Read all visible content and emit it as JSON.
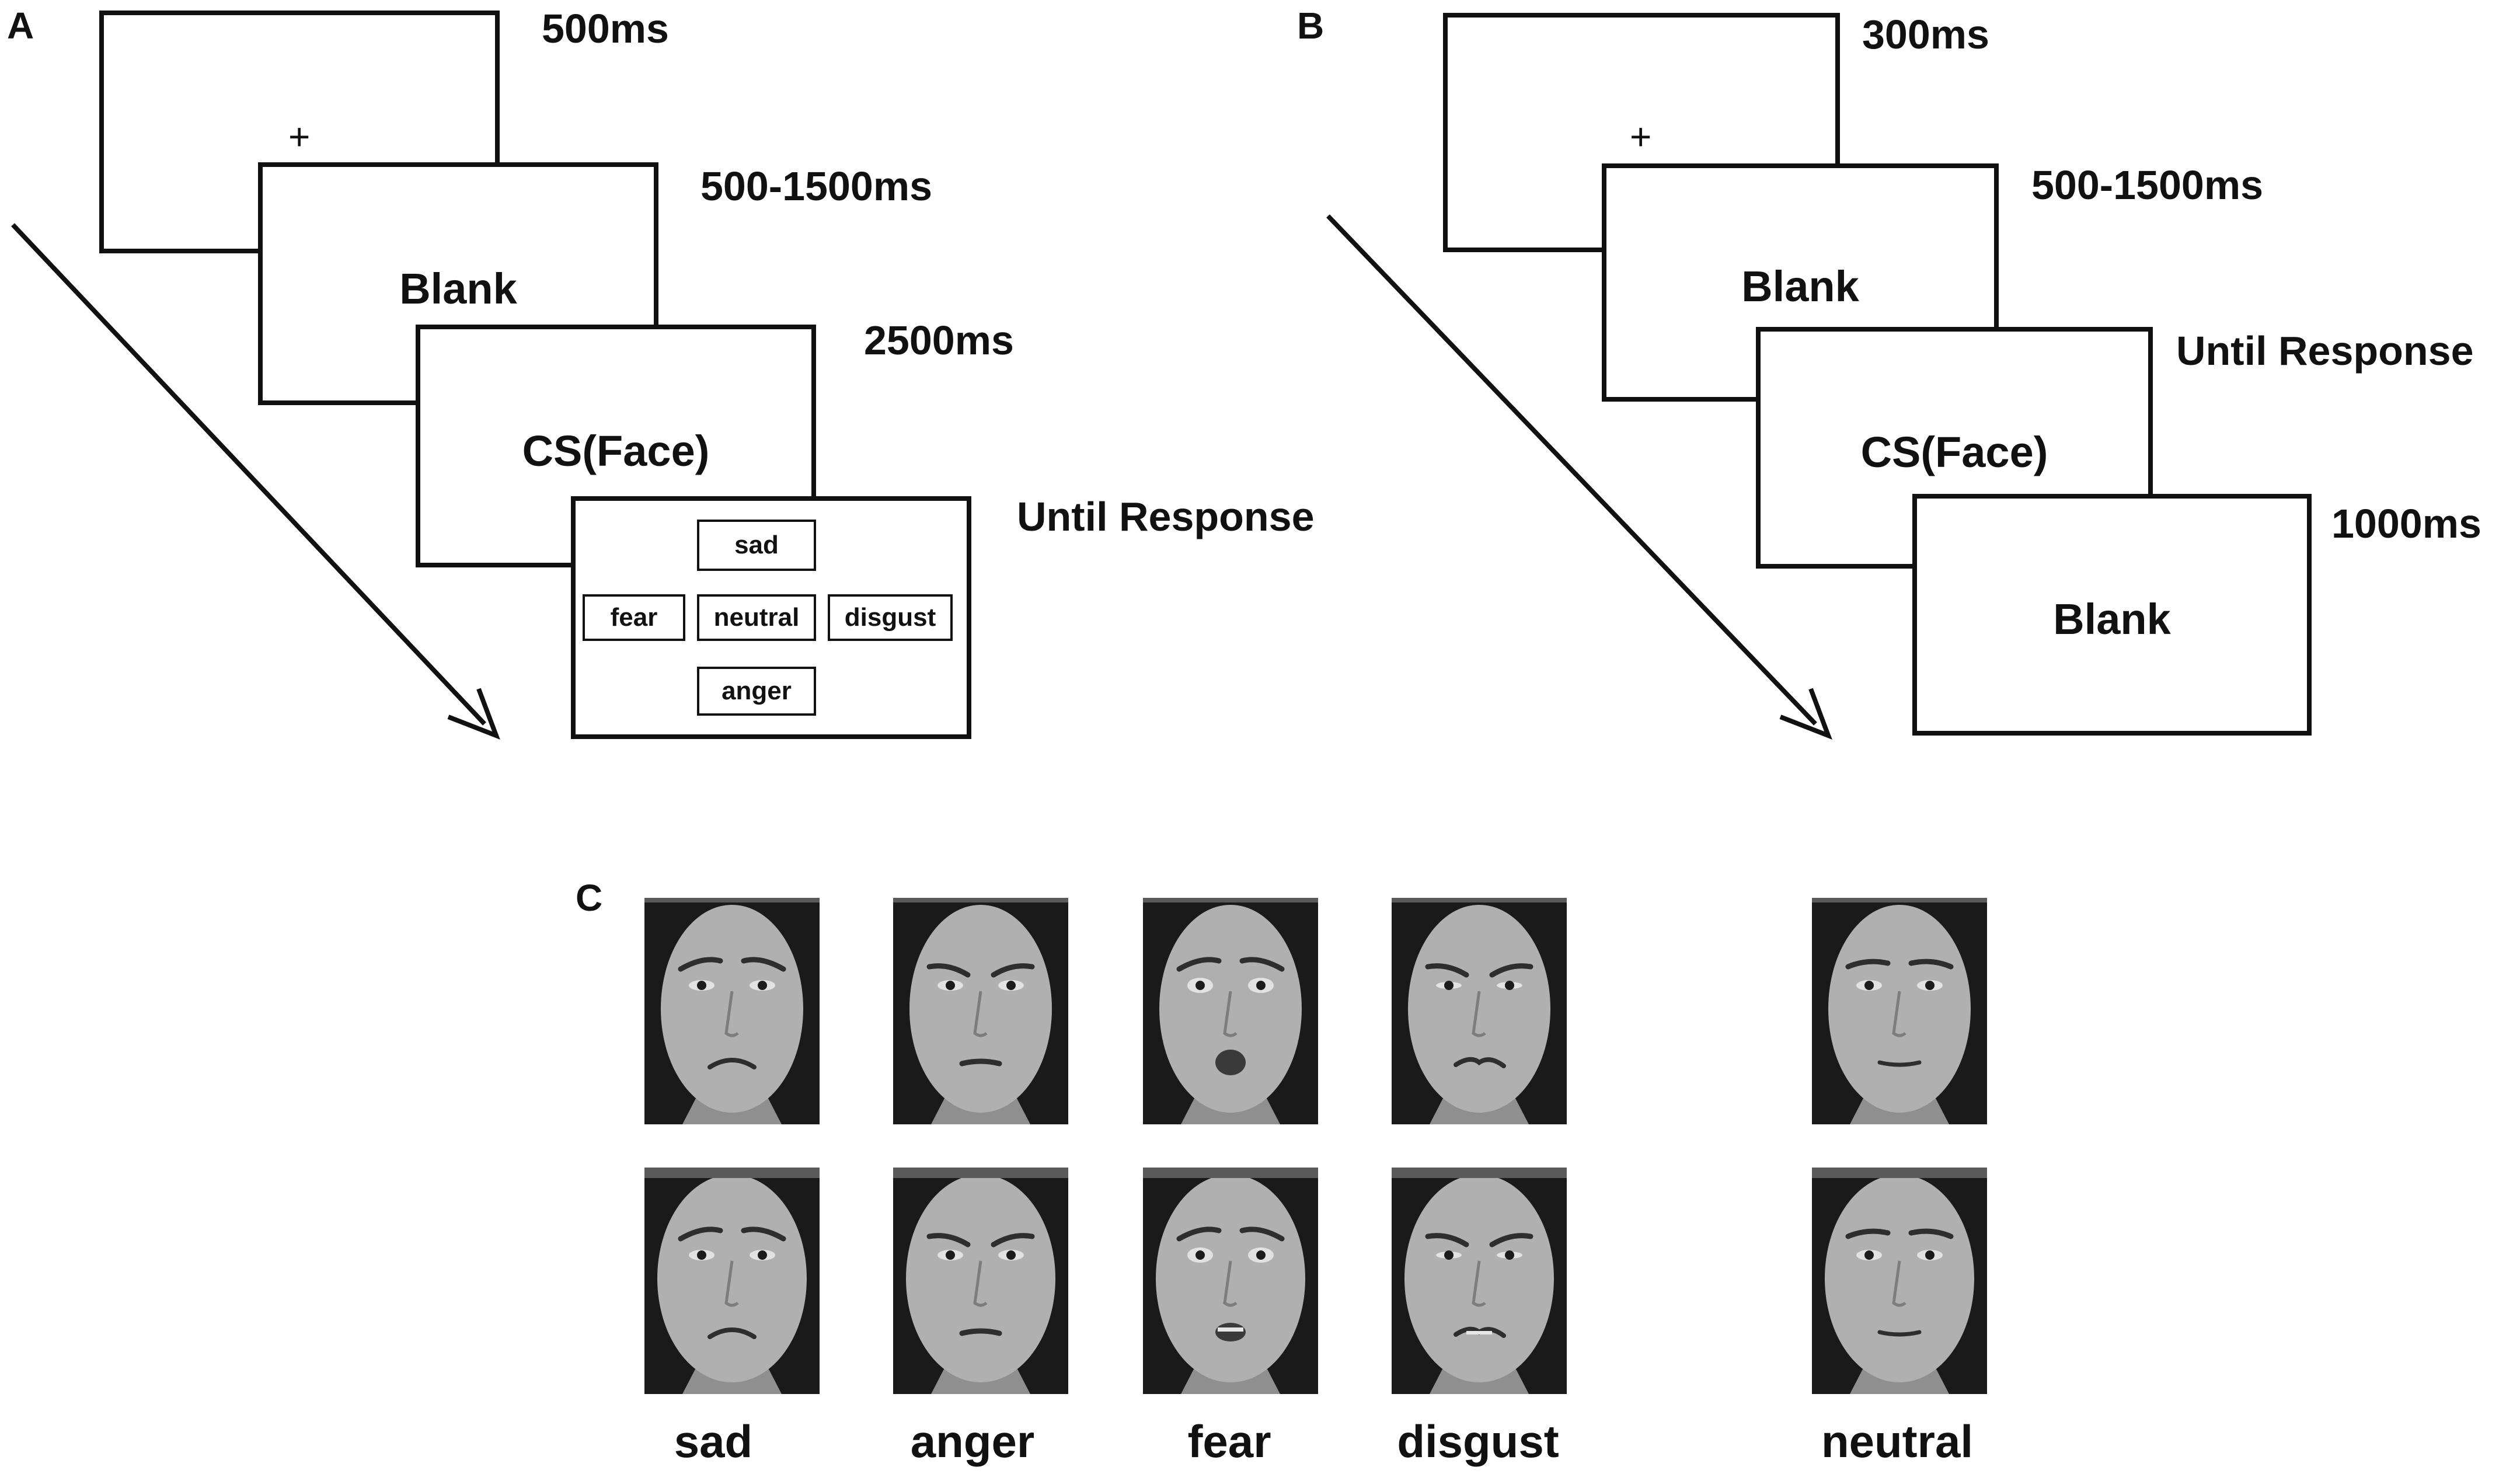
{
  "panels": {
    "a": {
      "letter": "A",
      "fixation_symbol": "+",
      "timings": [
        "500ms",
        "500-1500ms",
        "2500ms",
        "Until Response"
      ],
      "screens": [
        "Blank",
        "CS(Face)"
      ],
      "response_options": {
        "top": "sad",
        "left": "fear",
        "center": "neutral",
        "right": "disgust",
        "bottom": "anger"
      }
    },
    "b": {
      "letter": "B",
      "fixation_symbol": "+",
      "timings": [
        "300ms",
        "500-1500ms",
        "Until Response",
        "1000ms"
      ],
      "screens": [
        "Blank",
        "CS(Face)",
        "Blank"
      ]
    },
    "c": {
      "letter": "C",
      "labels": [
        "sad",
        "anger",
        "fear",
        "disgust",
        "neutral"
      ],
      "colors": {
        "background": "#1a1a1a",
        "skin": "#b0b0b0",
        "feature": "#2e2e2e"
      }
    }
  }
}
